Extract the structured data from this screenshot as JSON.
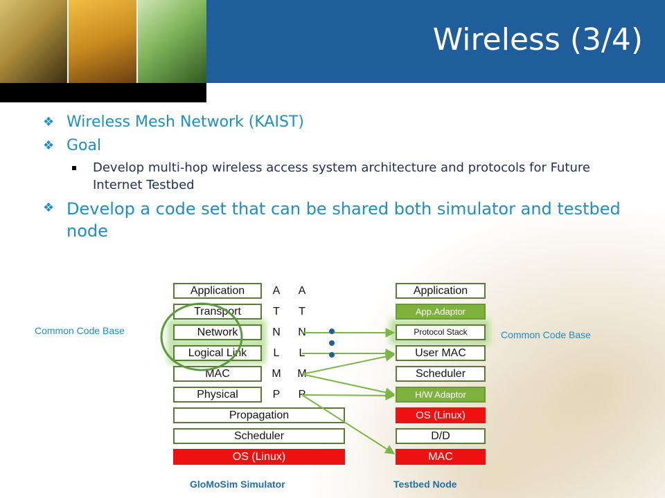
{
  "slide": {
    "title": "Wireless (3/4)"
  },
  "bullets": {
    "b1": "Wireless Mesh Network (KAIST)",
    "b2": "Goal",
    "b2_sub": "Develop multi-hop wireless access system architecture and protocols for Future Internet Testbed",
    "b3": "Develop a code set that can be shared both simulator and testbed node"
  },
  "diagram": {
    "left_labels": {
      "application": "Application",
      "transport": "Transport",
      "network": "Network",
      "logical_link": "Logical Link",
      "mac": "MAC",
      "physical": "Physical",
      "propagation": "Propagation",
      "scheduler": "Scheduler",
      "os": "OS (Linux)"
    },
    "letters": {
      "a1": "A",
      "a2": "A",
      "t1": "T",
      "t2": "T",
      "n1": "N",
      "n2": "N",
      "l1": "L",
      "l2": "L",
      "m1": "M",
      "m2": "M",
      "p1": "P",
      "p2": "P"
    },
    "right_labels": {
      "application": "Application",
      "app_adaptor": "App.Adaptor",
      "protocol_stack": "Protocol Stack",
      "user_mac": "User MAC",
      "scheduler": "Scheduler",
      "hw_adaptor": "H/W Adaptor",
      "os": "OS (Linux)",
      "dd": "D/D",
      "mac": "MAC"
    },
    "common_left": "Common Code Base",
    "common_right": "Common Code Base",
    "caption_left": "GloMoSim Simulator",
    "caption_right": "Testbed Node",
    "colors": {
      "red": "#ee1111",
      "green": "#7fb23d",
      "arrow": "#7ab648",
      "circle": "#5a9a3a",
      "dots": "#1f5e9a"
    }
  }
}
